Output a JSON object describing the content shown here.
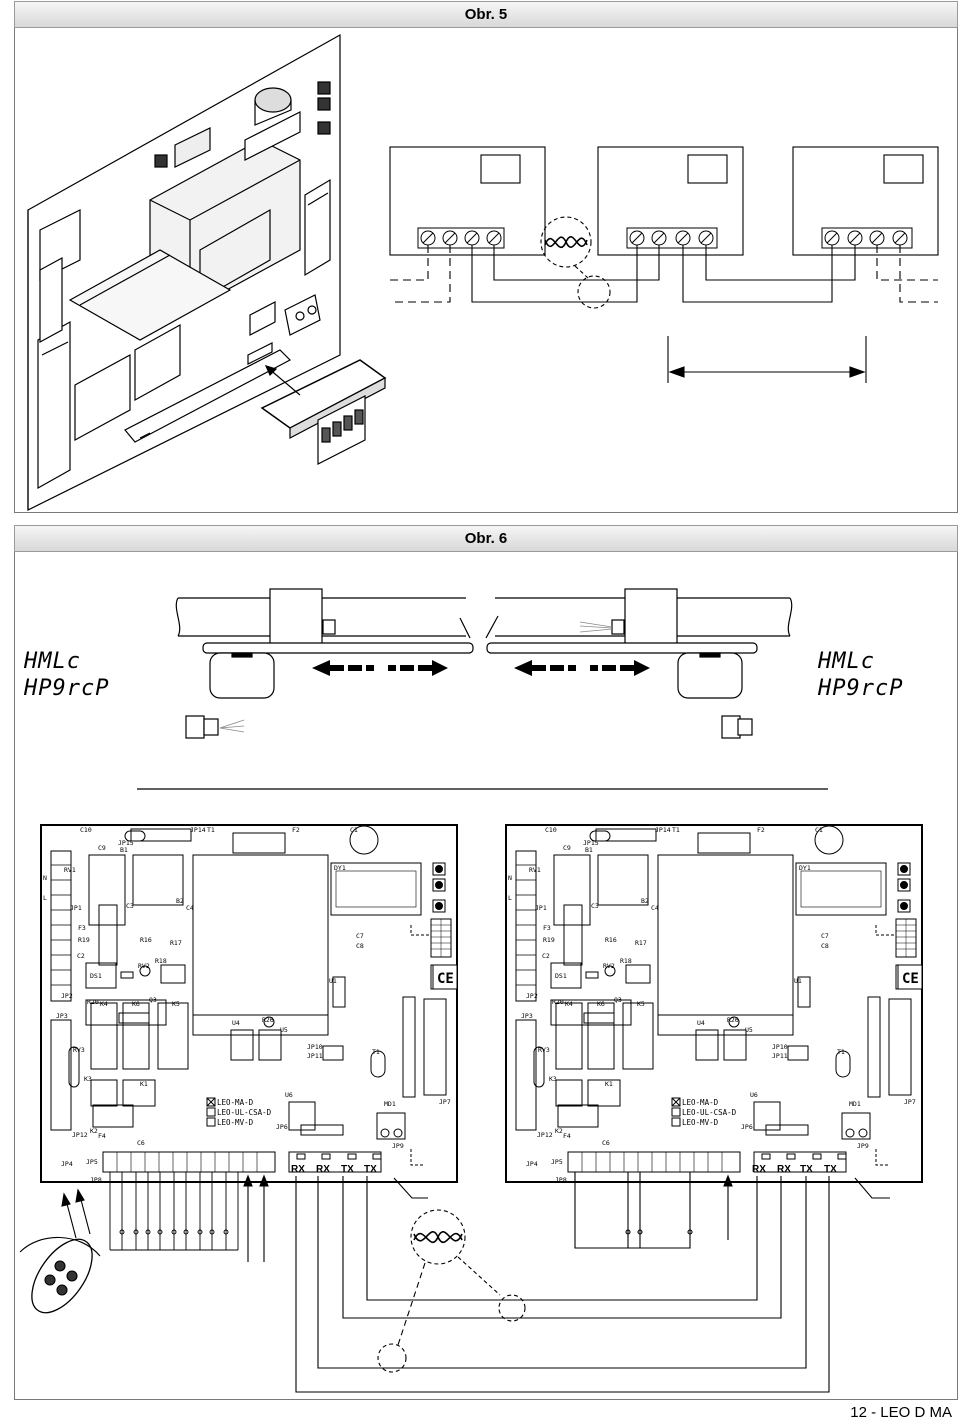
{
  "figures": {
    "obr5_title": "Obr. 5",
    "obr6_title": "Obr. 6"
  },
  "footer": "12 - LEO D MA",
  "displays": {
    "left_line1": "HMLc",
    "left_line2": "HP9rcP",
    "right_line1": "HMLc",
    "right_line2": "HP9rcP"
  },
  "board": {
    "terminal_labels": [
      "RX",
      "RX",
      "TX",
      "TX"
    ],
    "model_options": [
      "LEO-MA-D",
      "LEO-UL-CSA-D",
      "LEO-MV-D"
    ],
    "labels": {
      "c10": "C10",
      "jp15": "JP15",
      "jp14": "JP14",
      "t1": "T1",
      "f2": "F2",
      "c1": "C1",
      "c9": "C9",
      "b1": "B1",
      "dy1": "DY1",
      "n": "N",
      "l": "L",
      "rv1": "RV1",
      "jp1": "JP1",
      "c3": "C3",
      "b2": "B2",
      "c4": "C4",
      "f3": "F3",
      "r19": "R19",
      "r16": "R16",
      "r17": "R17",
      "c7": "C7",
      "c8": "C8",
      "c2": "C2",
      "rv2": "RV2",
      "r18": "R18",
      "ds1": "DS1",
      "u1": "U1",
      "jp2": "JP2",
      "r20": "R20",
      "k4": "K4",
      "k6": "K6",
      "q3": "Q3",
      "k5": "K5",
      "jp3": "JP3",
      "u4": "U4",
      "r26": "R26",
      "u5": "U5",
      "rv3": "RV3",
      "jp10": "JP10",
      "jp11": "JP11",
      "t1b": "T1",
      "k3": "K3",
      "k1": "K1",
      "u6": "U6",
      "md1": "MD1",
      "jp7": "JP7",
      "jp12": "JP12",
      "k2": "K2",
      "f4": "F4",
      "c6": "C6",
      "jp6": "JP6",
      "jp9": "JP9",
      "jp4": "JP4",
      "jp5": "JP5",
      "jp8": "JP8",
      "ce": "CE"
    }
  }
}
